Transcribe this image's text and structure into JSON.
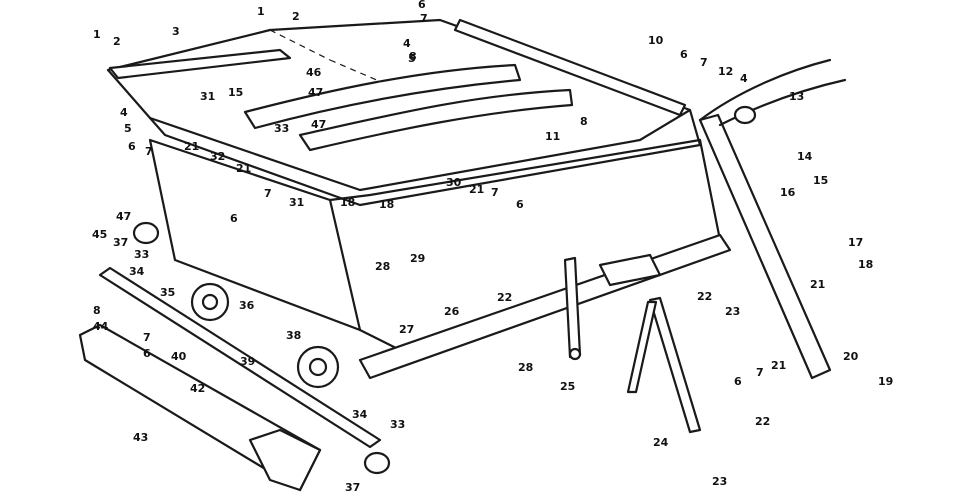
{
  "diagram": {
    "callouts": [
      {
        "id": "c1a",
        "text": "1"
      },
      {
        "id": "c2a",
        "text": "2"
      },
      {
        "id": "c3",
        "text": "3"
      },
      {
        "id": "c1b",
        "text": "1"
      },
      {
        "id": "c2b",
        "text": "2"
      },
      {
        "id": "c6a",
        "text": "6"
      },
      {
        "id": "c7a",
        "text": "7"
      },
      {
        "id": "c8a",
        "text": "8"
      },
      {
        "id": "c4a",
        "text": "4"
      },
      {
        "id": "c5a",
        "text": "5"
      },
      {
        "id": "c10",
        "text": "10"
      },
      {
        "id": "c6b",
        "text": "6"
      },
      {
        "id": "c7b",
        "text": "7"
      },
      {
        "id": "c12",
        "text": "12"
      },
      {
        "id": "c4b",
        "text": "4"
      },
      {
        "id": "c13",
        "text": "13"
      },
      {
        "id": "c46",
        "text": "46"
      },
      {
        "id": "c47a",
        "text": "47"
      },
      {
        "id": "c4c",
        "text": "4"
      },
      {
        "id": "c5b",
        "text": "5"
      },
      {
        "id": "c31a",
        "text": "31"
      },
      {
        "id": "c15a",
        "text": "15"
      },
      {
        "id": "c11",
        "text": "11"
      },
      {
        "id": "c8b",
        "text": "8"
      },
      {
        "id": "c6c",
        "text": "6"
      },
      {
        "id": "c7c",
        "text": "7"
      },
      {
        "id": "c21a",
        "text": "21"
      },
      {
        "id": "c32",
        "text": "32"
      },
      {
        "id": "c33a",
        "text": "33"
      },
      {
        "id": "c47b",
        "text": "47"
      },
      {
        "id": "c21b",
        "text": "21"
      },
      {
        "id": "c7d",
        "text": "7"
      },
      {
        "id": "c6d",
        "text": "6"
      },
      {
        "id": "c31b",
        "text": "31"
      },
      {
        "id": "c18a",
        "text": "18"
      },
      {
        "id": "c18b",
        "text": "18"
      },
      {
        "id": "c30",
        "text": "30"
      },
      {
        "id": "c21c",
        "text": "21"
      },
      {
        "id": "c7e",
        "text": "7"
      },
      {
        "id": "c6e",
        "text": "6"
      },
      {
        "id": "c14",
        "text": "14"
      },
      {
        "id": "c16",
        "text": "16"
      },
      {
        "id": "c15b",
        "text": "15"
      },
      {
        "id": "c17",
        "text": "17"
      },
      {
        "id": "c47c",
        "text": "47"
      },
      {
        "id": "c45",
        "text": "45"
      },
      {
        "id": "c37a",
        "text": "37"
      },
      {
        "id": "c33b",
        "text": "33"
      },
      {
        "id": "c34a",
        "text": "34"
      },
      {
        "id": "c35",
        "text": "35"
      },
      {
        "id": "c36",
        "text": "36"
      },
      {
        "id": "c28",
        "text": "28"
      },
      {
        "id": "c29",
        "text": "29"
      },
      {
        "id": "c26",
        "text": "26"
      },
      {
        "id": "c27",
        "text": "27"
      },
      {
        "id": "c8c",
        "text": "8"
      },
      {
        "id": "c44",
        "text": "44"
      },
      {
        "id": "c7f",
        "text": "7"
      },
      {
        "id": "c6f",
        "text": "6"
      },
      {
        "id": "c40",
        "text": "40"
      },
      {
        "id": "c39",
        "text": "39"
      },
      {
        "id": "c38",
        "text": "38"
      },
      {
        "id": "c34b",
        "text": "34"
      },
      {
        "id": "c42",
        "text": "42"
      },
      {
        "id": "c33c",
        "text": "33"
      },
      {
        "id": "c43",
        "text": "43"
      },
      {
        "id": "c37b",
        "text": "37"
      },
      {
        "id": "c22a",
        "text": "22"
      },
      {
        "id": "c28b",
        "text": "28"
      },
      {
        "id": "c25",
        "text": "25"
      },
      {
        "id": "c22b",
        "text": "22"
      },
      {
        "id": "c23a",
        "text": "23"
      },
      {
        "id": "c24",
        "text": "24"
      },
      {
        "id": "c22c",
        "text": "22"
      },
      {
        "id": "c23b",
        "text": "23"
      },
      {
        "id": "c18c",
        "text": "18"
      },
      {
        "id": "c21d",
        "text": "21"
      },
      {
        "id": "c20",
        "text": "20"
      },
      {
        "id": "c19",
        "text": "19"
      },
      {
        "id": "c6g",
        "text": "6"
      },
      {
        "id": "c7g",
        "text": "7"
      },
      {
        "id": "c21e",
        "text": "21"
      }
    ]
  }
}
